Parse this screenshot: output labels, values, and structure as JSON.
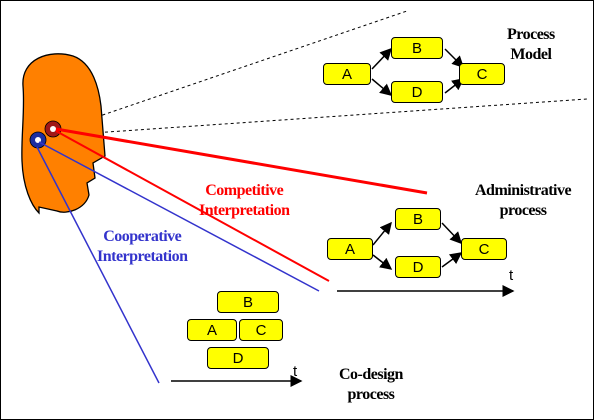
{
  "process_model": {
    "label_line1": "Process",
    "label_line2": "Model",
    "nodes": {
      "a": "A",
      "b": "B",
      "c": "C",
      "d": "D"
    }
  },
  "administrative": {
    "label_line1": "Administrative",
    "label_line2": "process",
    "nodes": {
      "a": "A",
      "b": "B",
      "c": "C",
      "d": "D"
    },
    "time_axis": "t"
  },
  "codesign": {
    "label_line1": "Co-design",
    "label_line2": "process",
    "nodes": {
      "a": "A",
      "b": "B",
      "c": "C",
      "d": "D"
    },
    "time_axis": "t"
  },
  "competitive": {
    "label_line1": "Competitive",
    "label_line2": "Interpretation",
    "color": "#ff0000"
  },
  "cooperative": {
    "label_line1": "Cooperative",
    "label_line2": "Interpretation",
    "color": "#3333cc"
  },
  "colors": {
    "head_fill": "#ff8000",
    "box_fill": "#ffff00",
    "red_line": "#ff0000",
    "blue_line": "#3333cc"
  }
}
